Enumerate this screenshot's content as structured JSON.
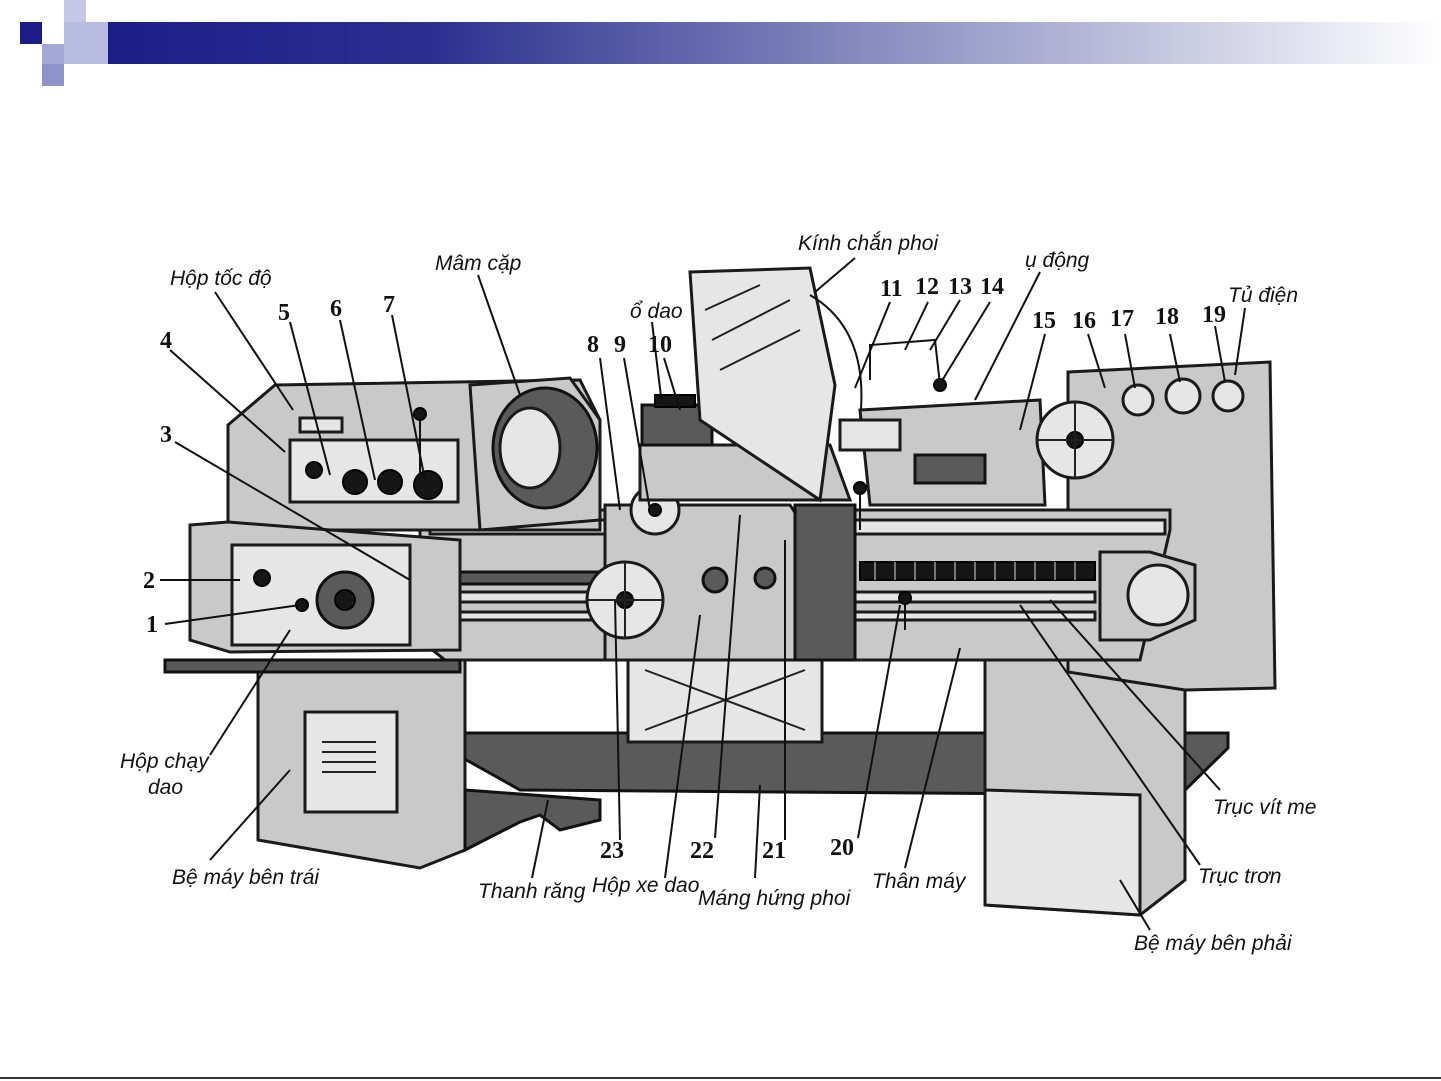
{
  "header": {
    "bar_color": "#2a2f8f",
    "square_colors": [
      "#1c1c88",
      "#b8bce0",
      "#8f93cc"
    ]
  },
  "diagram": {
    "labels": {
      "hop_toc_do": "Hộp tốc độ",
      "mam_cap": "Mâm cặp",
      "kinh_chan_phoi": "Kính chắn phoi",
      "u_dong": "ụ động",
      "tu_dien": "Tủ điện",
      "o_dao": "ổ dao",
      "hop_chay_dao_1": "Hộp chạy",
      "hop_chay_dao_2": "dao",
      "be_may_ben_trai": "Bệ máy bên trái",
      "thanh_rang": "Thanh răng",
      "hop_xe_dao": "Hộp xe dao",
      "mang_hung_phoi": "Máng hứng phoi",
      "than_may": "Thân máy",
      "truc_vit_me": "Trục vít me",
      "truc_tron": "Trục trơn",
      "be_may_ben_phai": "Bệ máy bên phải"
    },
    "numbers": {
      "n1": "1",
      "n2": "2",
      "n3": "3",
      "n4": "4",
      "n5": "5",
      "n6": "6",
      "n7": "7",
      "n8": "8",
      "n9": "9",
      "n10": "10",
      "n11": "11",
      "n12": "12",
      "n13": "13",
      "n14": "14",
      "n15": "15",
      "n16": "16",
      "n17": "17",
      "n18": "18",
      "n19": "19",
      "n20": "20",
      "n21": "21",
      "n22": "22",
      "n23": "23"
    }
  }
}
